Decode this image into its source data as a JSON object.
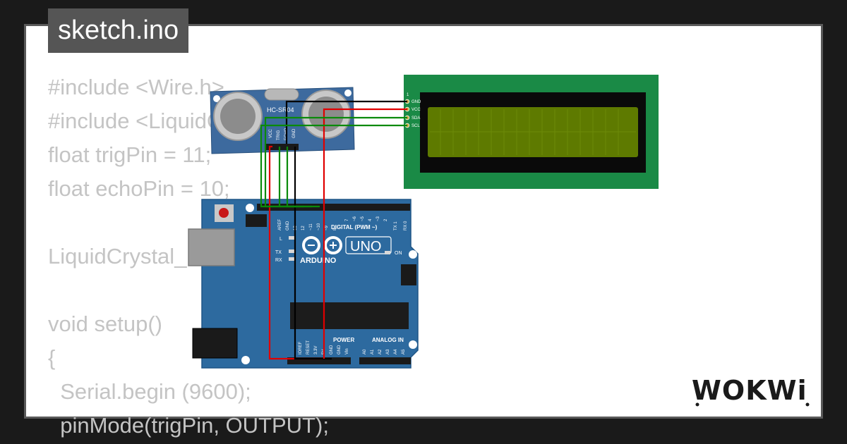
{
  "file_tab": {
    "label": "sketch.ino"
  },
  "code_lines": [
    "#include <Wire.h>",
    "#include <LiquidCrystal_I2C.h>",
    "float trigPin = 11;",
    "float echoPin = 10;",
    "",
    "LiquidCrystal_I2C",
    "",
    "void setup()",
    "{",
    "  Serial.begin (9600);",
    "  pinMode(trigPin, OUTPUT);"
  ],
  "sensor": {
    "model": "HC-SR04",
    "pins": [
      "VCC",
      "TRIG",
      "ECHO",
      "GND"
    ]
  },
  "lcd": {
    "pin_header": "1",
    "pins": [
      "GND",
      "VCC",
      "SDA",
      "SCL"
    ]
  },
  "arduino": {
    "brand": "ARDUINO",
    "model": "UNO",
    "on_label": "ON",
    "l_label": "L",
    "tx_label": "TX",
    "rx_label": "RX",
    "digital_label": "DIGITAL (PWM ~)",
    "power_label": "POWER",
    "analog_label": "ANALOG IN",
    "digital_pins": [
      "AREF",
      "GND",
      "13",
      "12",
      "~11",
      "~10",
      "~9",
      "8",
      "7",
      "~6",
      "~5",
      "4",
      "~3",
      "2",
      "TX 1",
      "RX 0"
    ],
    "power_pins": [
      "IOREF",
      "RESET",
      "3.3V",
      "5V",
      "GND",
      "GND",
      "Vin"
    ],
    "analog_pins": [
      "A0",
      "A1",
      "A2",
      "A3",
      "A4",
      "A5"
    ]
  },
  "logo": {
    "text": "WOKWi"
  },
  "colors": {
    "background": "#1a1a1a",
    "card": "#ffffff",
    "code_text": "#c4c4c4",
    "tab": "#555555",
    "board": "#2d6a9f",
    "lcd_pcb": "#1a8a46",
    "lcd_screen": "#5e7a00",
    "wire_red": "#e00000",
    "wire_black": "#000000",
    "wire_green": "#0a8a0a"
  }
}
